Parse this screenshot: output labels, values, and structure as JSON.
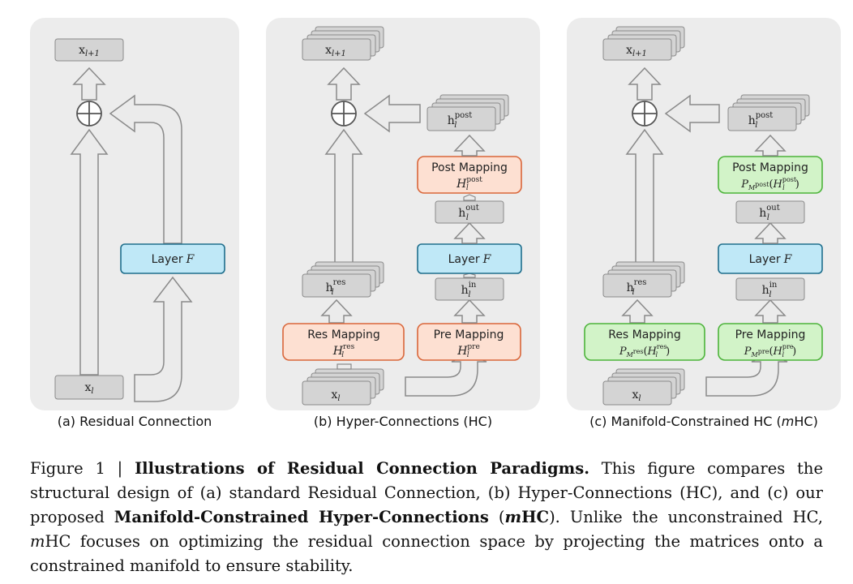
{
  "panels": [
    {
      "label": "(a) Residual Connection"
    },
    {
      "label_pre": "(b) Hyper-Connections (HC)"
    },
    {
      "label_a": "(c) Manifold-Constrained HC (",
      "label_m": "m",
      "label_b": "HC)"
    }
  ],
  "nodes": {
    "x_next": "x",
    "x_next_sub": "l+1",
    "x_l": "x",
    "x_l_sub": "l",
    "h": "h",
    "h_sub": "l",
    "sup_res": "res",
    "sup_in": "in",
    "sup_out": "out",
    "sup_post": "post",
    "sup_pre": "pre",
    "layer": "Layer",
    "layer_F": "F",
    "res_mapping": "Res Mapping",
    "pre_mapping": "Pre Mapping",
    "post_mapping": "Post Mapping",
    "H": "H",
    "P": "P",
    "M": "M"
  },
  "colors": {
    "panel_bg": "#ececec",
    "gray_box": "#d4d4d4",
    "layer_fill": "#bfe8f7",
    "layer_stroke": "#1f6e8c",
    "hc_fill": "#fde0d2",
    "hc_stroke": "#d9663a",
    "mhc_fill": "#d2f3c8",
    "mhc_stroke": "#4cb33a"
  },
  "caption": {
    "fig": "Figure 1 | ",
    "title": "Illustrations of Residual Connection Paradigms.",
    "t1": " This figure compares the structural design of (a) standard Residual Connection, (b) Hyper-Connections (HC), and (c) our proposed ",
    "bold_name": "Manifold-Constrained Hyper-Connections",
    "t2": " (",
    "m1": "m",
    "hc1": "HC",
    "t3": "). Unlike the unconstrained HC, ",
    "m2": "m",
    "t4": "HC focuses on optimizing the residual connection space by projecting the matrices onto a constrained manifold to ensure stability."
  }
}
